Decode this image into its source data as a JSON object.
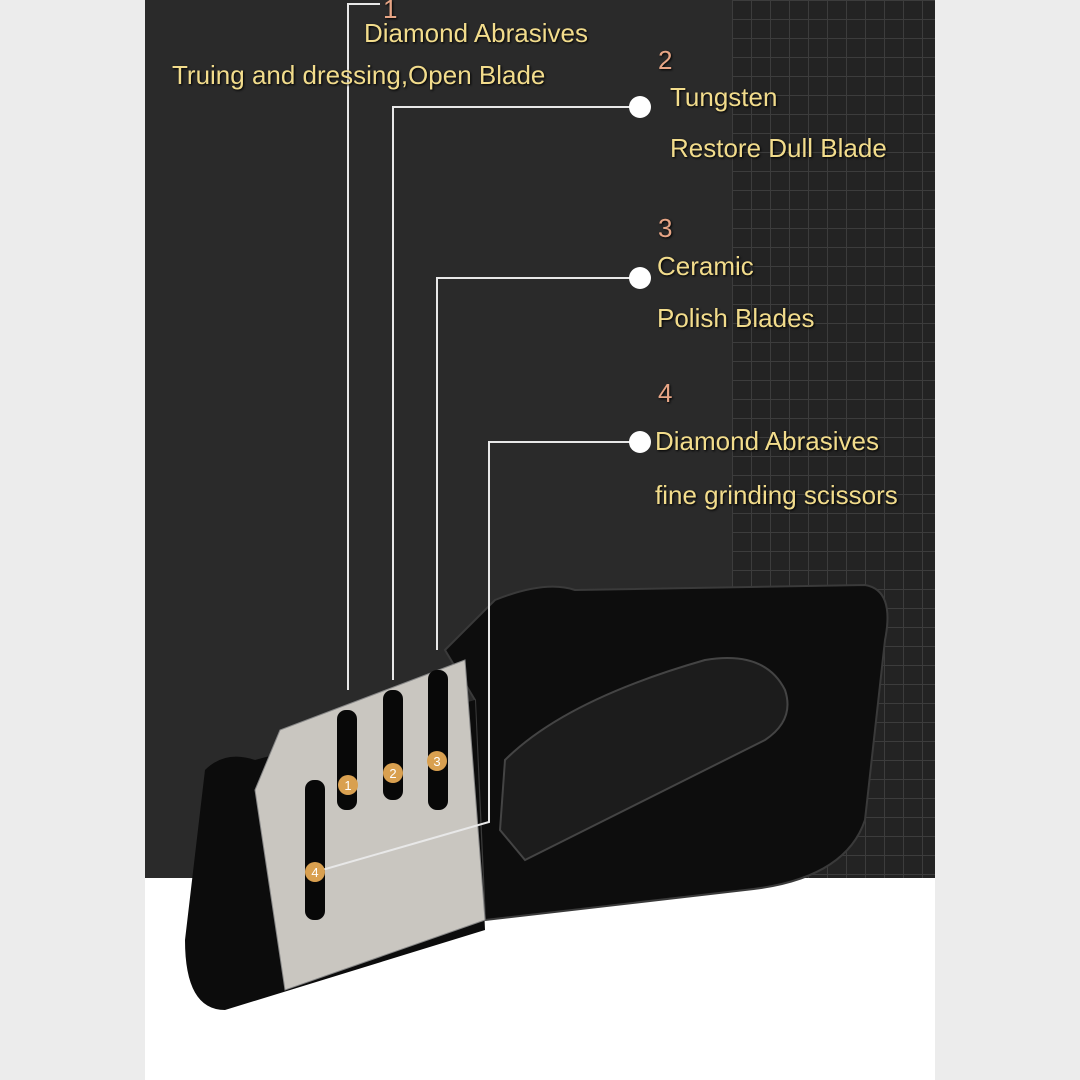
{
  "colors": {
    "label": "#f2dc8c",
    "number": "#e7a585",
    "background": "#2a2a2a",
    "floor": "#ffffff"
  },
  "callouts": [
    {
      "number": "1",
      "title": "Diamond Abrasives",
      "subtitle": "Truing and dressing,Open Blade"
    },
    {
      "number": "2",
      "title": "Tungsten",
      "subtitle": "Restore Dull Blade"
    },
    {
      "number": "3",
      "title": "Ceramic",
      "subtitle": "Polish Blades"
    },
    {
      "number": "4",
      "title": "Diamond Abrasives",
      "subtitle": "fine grinding scissors"
    }
  ],
  "slot_markers": [
    "1",
    "2",
    "3",
    "4"
  ]
}
